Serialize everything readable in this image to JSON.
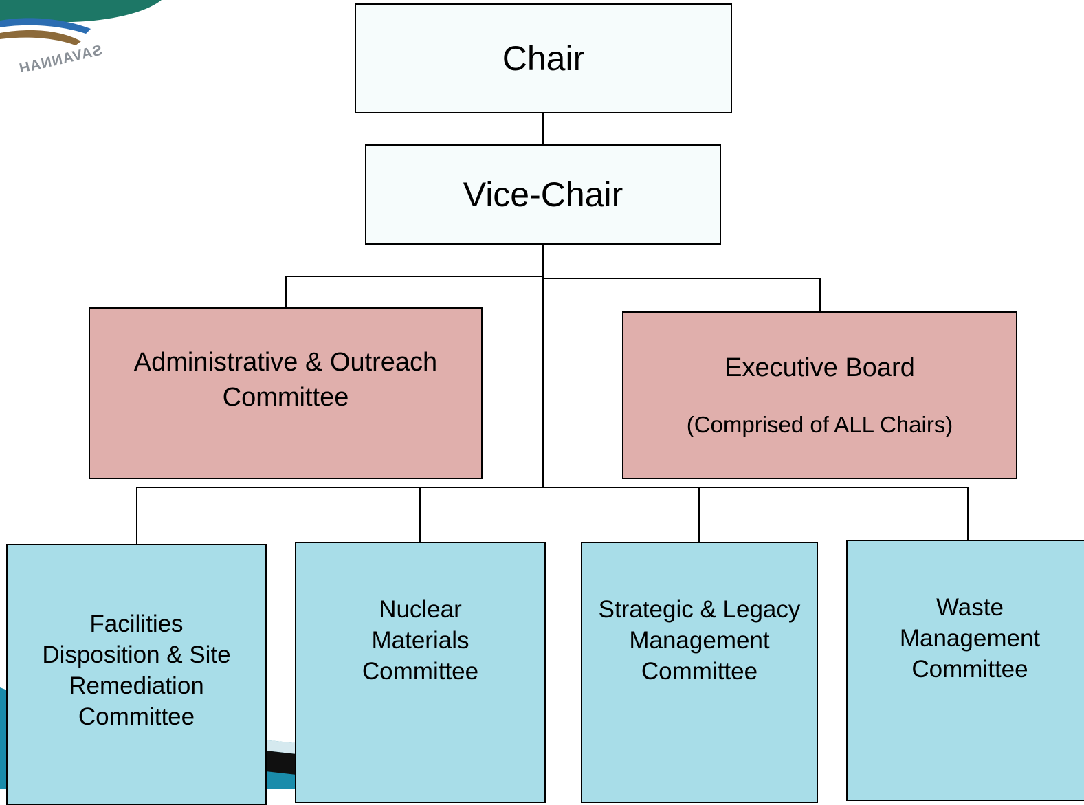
{
  "logo": {
    "text": "SAVANNAH"
  },
  "chart": {
    "top": {
      "label": "Chair"
    },
    "second": {
      "label": "Vice-Chair"
    },
    "middle": [
      {
        "label": "Administrative & Outreach Committee"
      },
      {
        "label": "Executive Board",
        "note": "(Comprised of ALL Chairs)"
      }
    ],
    "committees": [
      {
        "label": "Facilities Disposition & Site Remediation Committee"
      },
      {
        "label": "Nuclear Materials Committee"
      },
      {
        "label": "Strategic & Legacy Management Committee"
      },
      {
        "label": "Waste Management Committee"
      }
    ]
  },
  "colors": {
    "top_box": "#f6fcfc",
    "middle_box": "#e0afac",
    "committee_box": "#a8dde8",
    "line": "#000000"
  }
}
